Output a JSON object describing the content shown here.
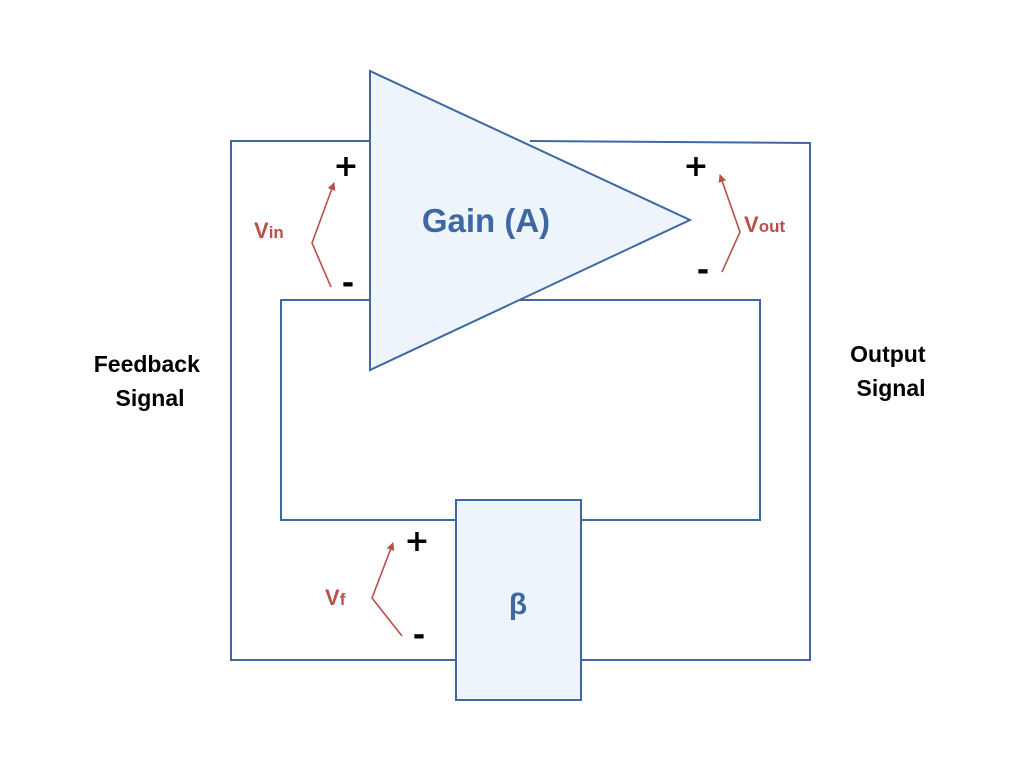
{
  "blocks": {
    "amplifier_label": "Gain (A)",
    "feedback_label": "β"
  },
  "labels": {
    "feedback_signal": [
      "Feedback",
      "Signal"
    ],
    "output_signal": [
      "Output",
      "Signal"
    ]
  },
  "voltages": {
    "vin": {
      "main": "V",
      "sub": "in"
    },
    "vout": {
      "main": "V",
      "sub": "out"
    },
    "vf": {
      "main": "V",
      "sub": "f"
    }
  },
  "signs": {
    "plus": "+",
    "minus": "-"
  },
  "colors": {
    "wire": "#3f68a3",
    "block_fill": "#eef4fb",
    "voltage": "#b9504a",
    "sign": "#000000"
  }
}
